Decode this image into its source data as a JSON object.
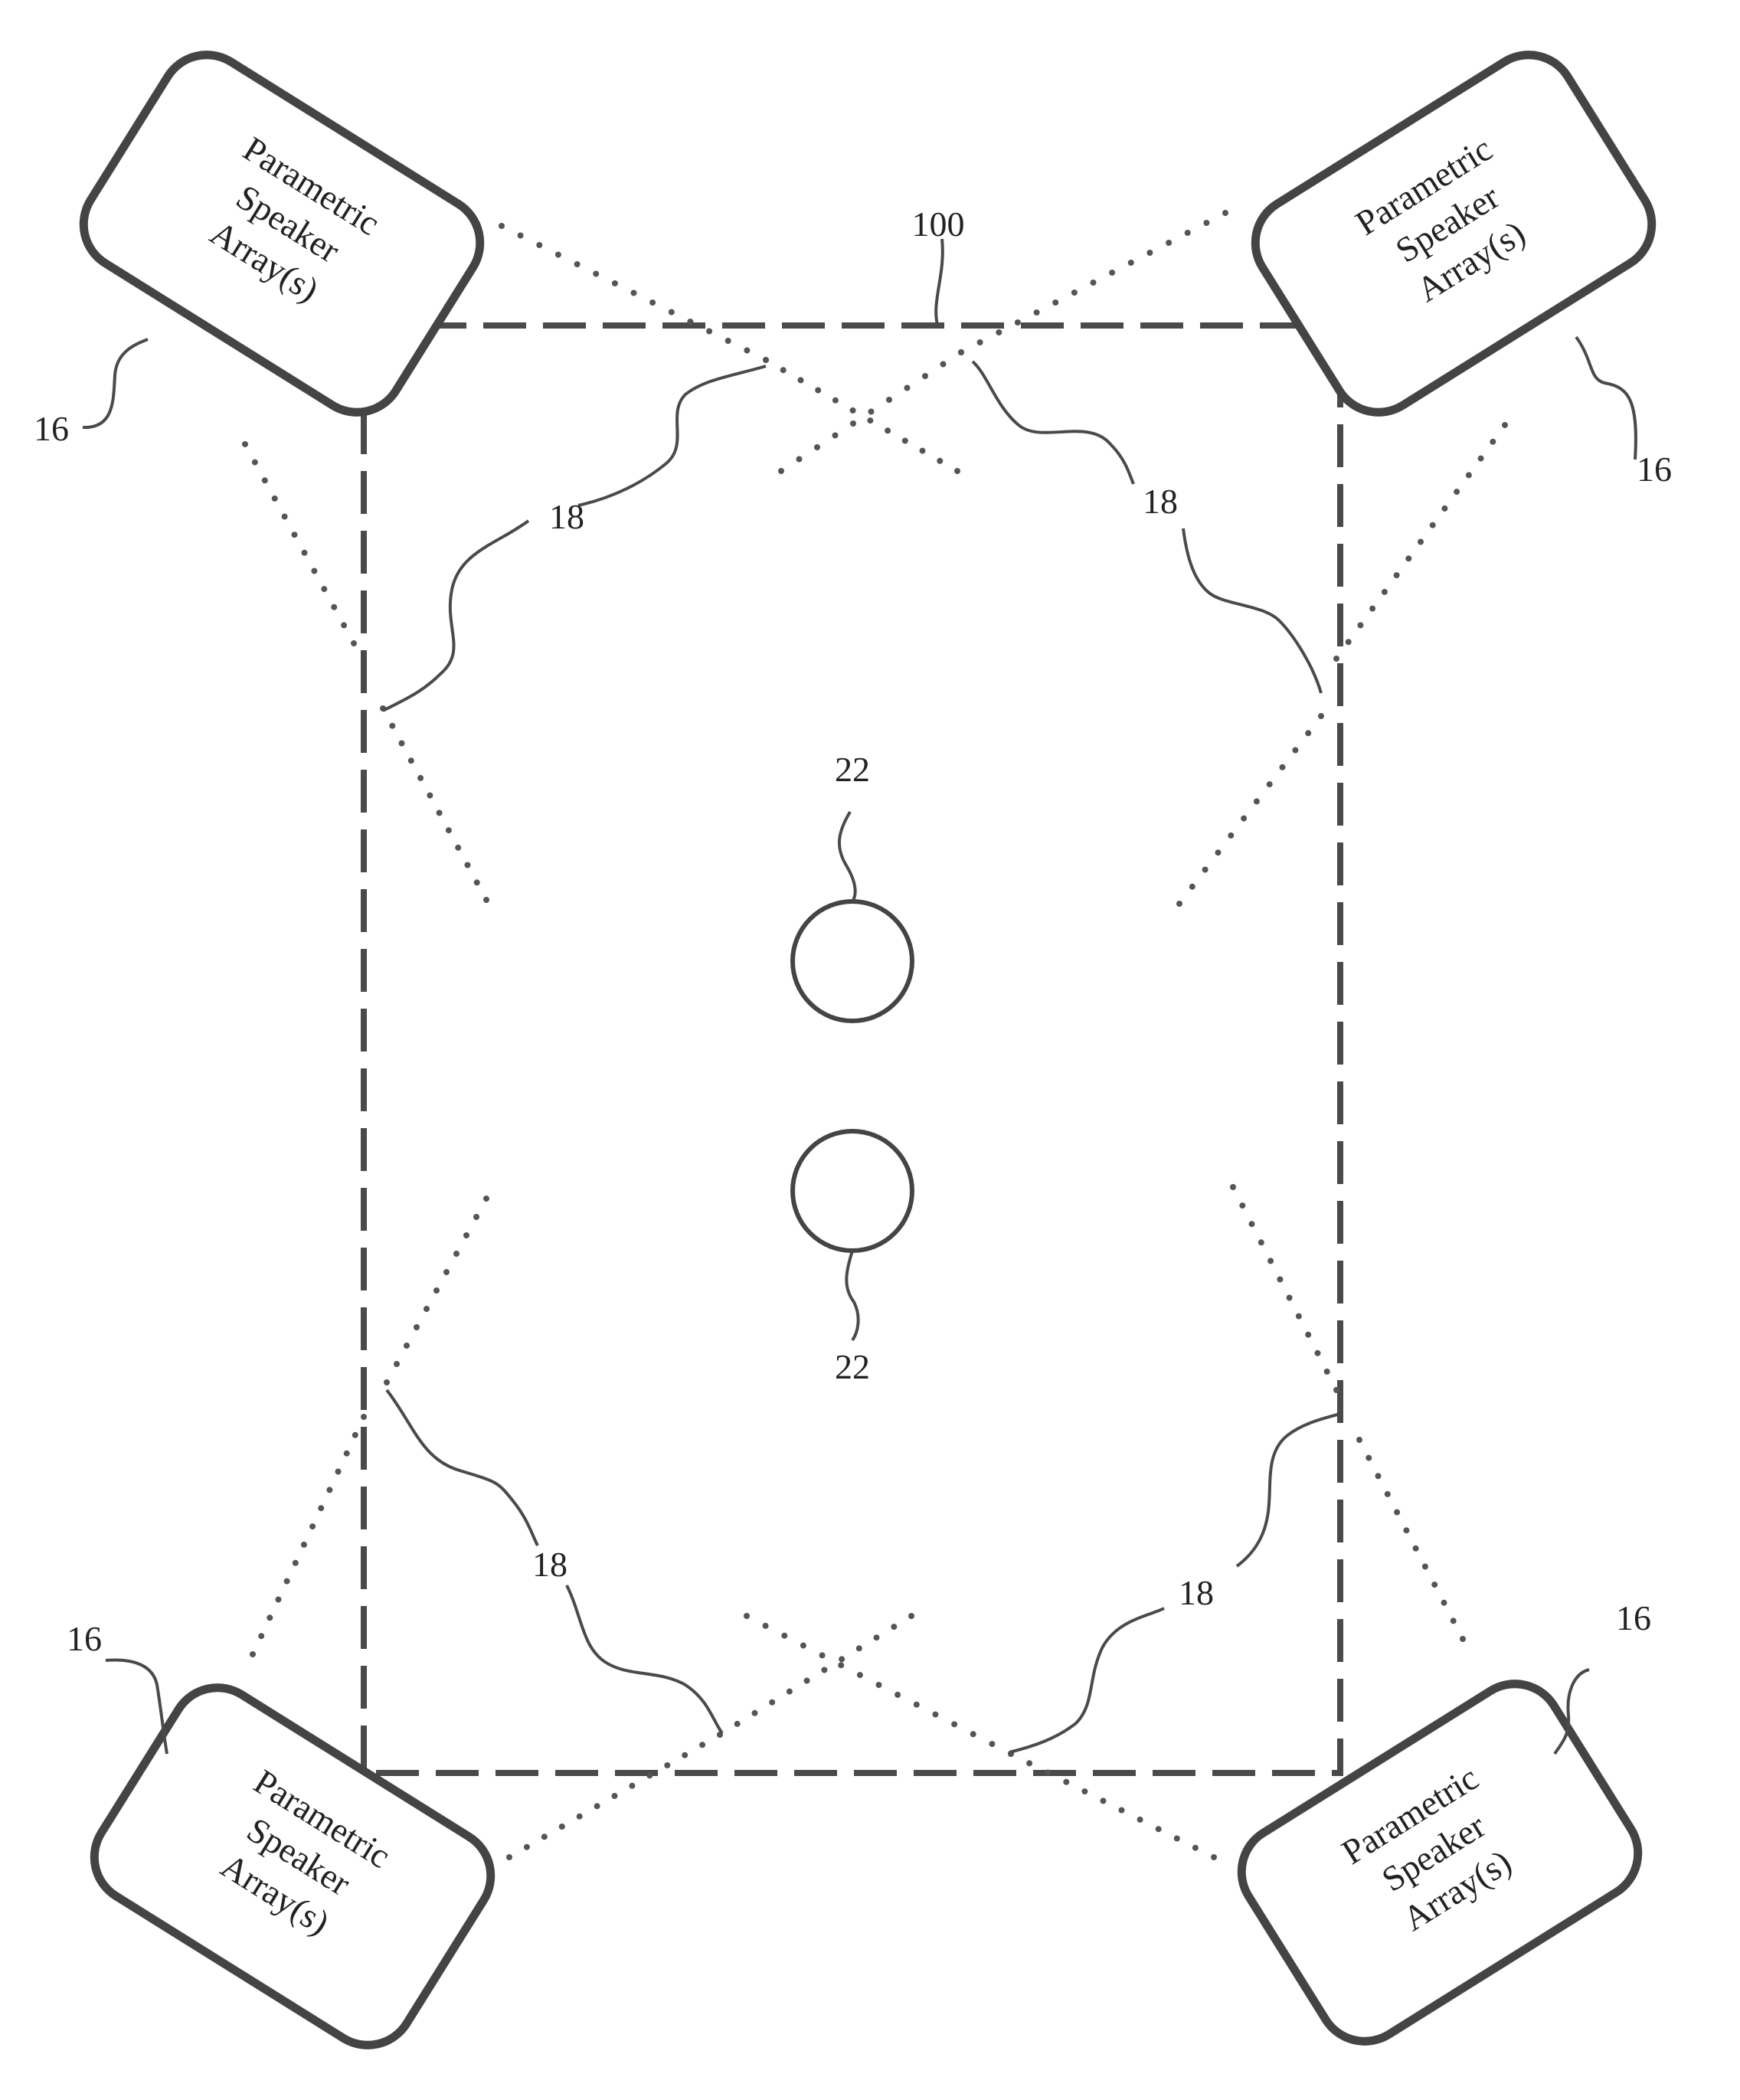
{
  "speaker_array_label": [
    "Parametric",
    "Speaker",
    "Array(s)"
  ],
  "references": {
    "speaker_array": "16",
    "listening_zone": "18",
    "occupant": "22",
    "room": "100"
  }
}
